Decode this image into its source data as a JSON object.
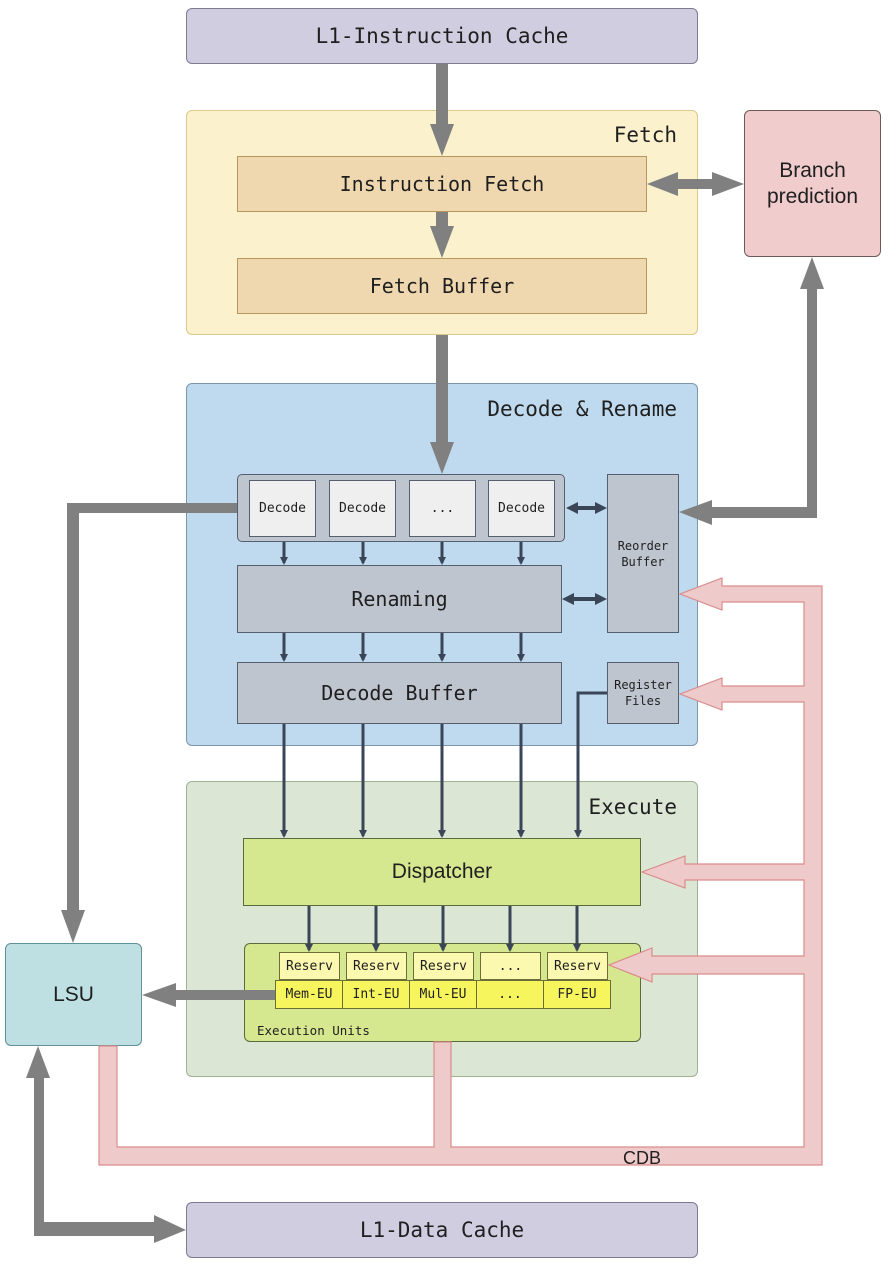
{
  "diagram": {
    "l1_instruction_cache": "L1-Instruction Cache",
    "fetch": {
      "title": "Fetch",
      "instruction_fetch": "Instruction Fetch",
      "fetch_buffer": "Fetch Buffer"
    },
    "branch_prediction": {
      "line1": "Branch",
      "line2": "prediction"
    },
    "decode_rename": {
      "title": "Decode & Rename",
      "decoders": [
        "Decode",
        "Decode",
        "...",
        "Decode"
      ],
      "renaming": "Renaming",
      "decode_buffer": "Decode Buffer",
      "reorder_buffer": {
        "line1": "Reorder",
        "line2": "Buffer"
      },
      "register_files": {
        "line1": "Register",
        "line2": "Files"
      }
    },
    "execute": {
      "title": "Execute",
      "dispatcher": "Dispatcher",
      "execution_units_label": "Execution Units",
      "reservation_stations": [
        "Reserv",
        "Reserv",
        "Reserv",
        "...",
        "Reserv"
      ],
      "units": [
        "Mem-EU",
        "Int-EU",
        "Mul-EU",
        "...",
        "FP-EU"
      ]
    },
    "lsu": "LSU",
    "cdb": "CDB",
    "l1_data_cache": "L1-Data Cache"
  },
  "colors": {
    "thick_arrow": "#808080",
    "thin_arrow": "#3a4558",
    "cdb_fill": "#efcaca",
    "cdb_stroke": "#d98c8c"
  }
}
